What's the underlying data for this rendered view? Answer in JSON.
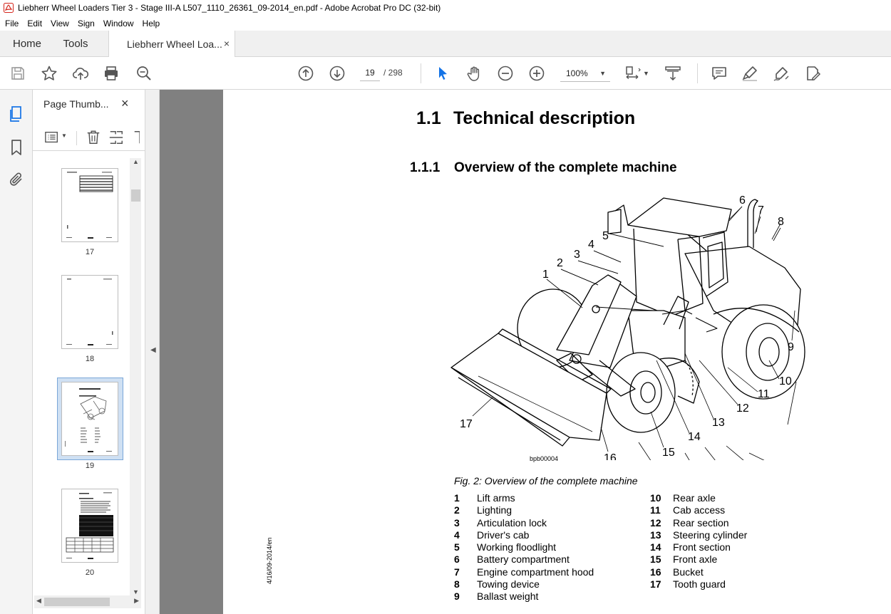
{
  "window": {
    "title": "Liebherr Wheel Loaders Tier 3 - Stage III-A L507_1110_26361_09-2014_en.pdf - Adobe Acrobat Pro DC (32-bit)"
  },
  "menu": [
    "File",
    "Edit",
    "View",
    "Sign",
    "Window",
    "Help"
  ],
  "tabs": {
    "home": "Home",
    "tools": "Tools",
    "document": "Liebherr Wheel Loa...",
    "close": "×"
  },
  "toolbar": {
    "page_current": "19",
    "page_total": "/ 298",
    "zoom": "100%",
    "zoom_caret": "▼"
  },
  "thumbnails": {
    "title": "Page Thumb...",
    "close": "×",
    "pages": [
      {
        "number": "17"
      },
      {
        "number": "18"
      },
      {
        "number": "19"
      },
      {
        "number": "20"
      }
    ]
  },
  "document": {
    "h1_num": "1.1",
    "h1_text": "Technical description",
    "h2_num": "1.1.1",
    "h2_text": "Overview of the complete machine",
    "fig_code": "bpb00004",
    "caption": "Fig. 2: Overview of the complete machine",
    "side_text": "4/16/09-2014/en",
    "callouts": [
      "1",
      "2",
      "3",
      "4",
      "5",
      "6",
      "7",
      "8",
      "9",
      "10",
      "11",
      "12",
      "13",
      "14",
      "15",
      "16",
      "17"
    ],
    "legend_left": [
      {
        "n": "1",
        "t": "Lift arms"
      },
      {
        "n": "2",
        "t": "Lighting"
      },
      {
        "n": "3",
        "t": "Articulation lock"
      },
      {
        "n": "4",
        "t": "Driver's cab"
      },
      {
        "n": "5",
        "t": "Working floodlight"
      },
      {
        "n": "6",
        "t": "Battery compartment"
      },
      {
        "n": "7",
        "t": "Engine compartment hood"
      },
      {
        "n": "8",
        "t": "Towing device"
      },
      {
        "n": "9",
        "t": "Ballast weight"
      }
    ],
    "legend_right": [
      {
        "n": "10",
        "t": "Rear axle"
      },
      {
        "n": "11",
        "t": "Cab access"
      },
      {
        "n": "12",
        "t": "Rear section"
      },
      {
        "n": "13",
        "t": "Steering cylinder"
      },
      {
        "n": "14",
        "t": "Front section"
      },
      {
        "n": "15",
        "t": "Front axle"
      },
      {
        "n": "16",
        "t": "Bucket"
      },
      {
        "n": "17",
        "t": "Tooth guard"
      }
    ]
  }
}
